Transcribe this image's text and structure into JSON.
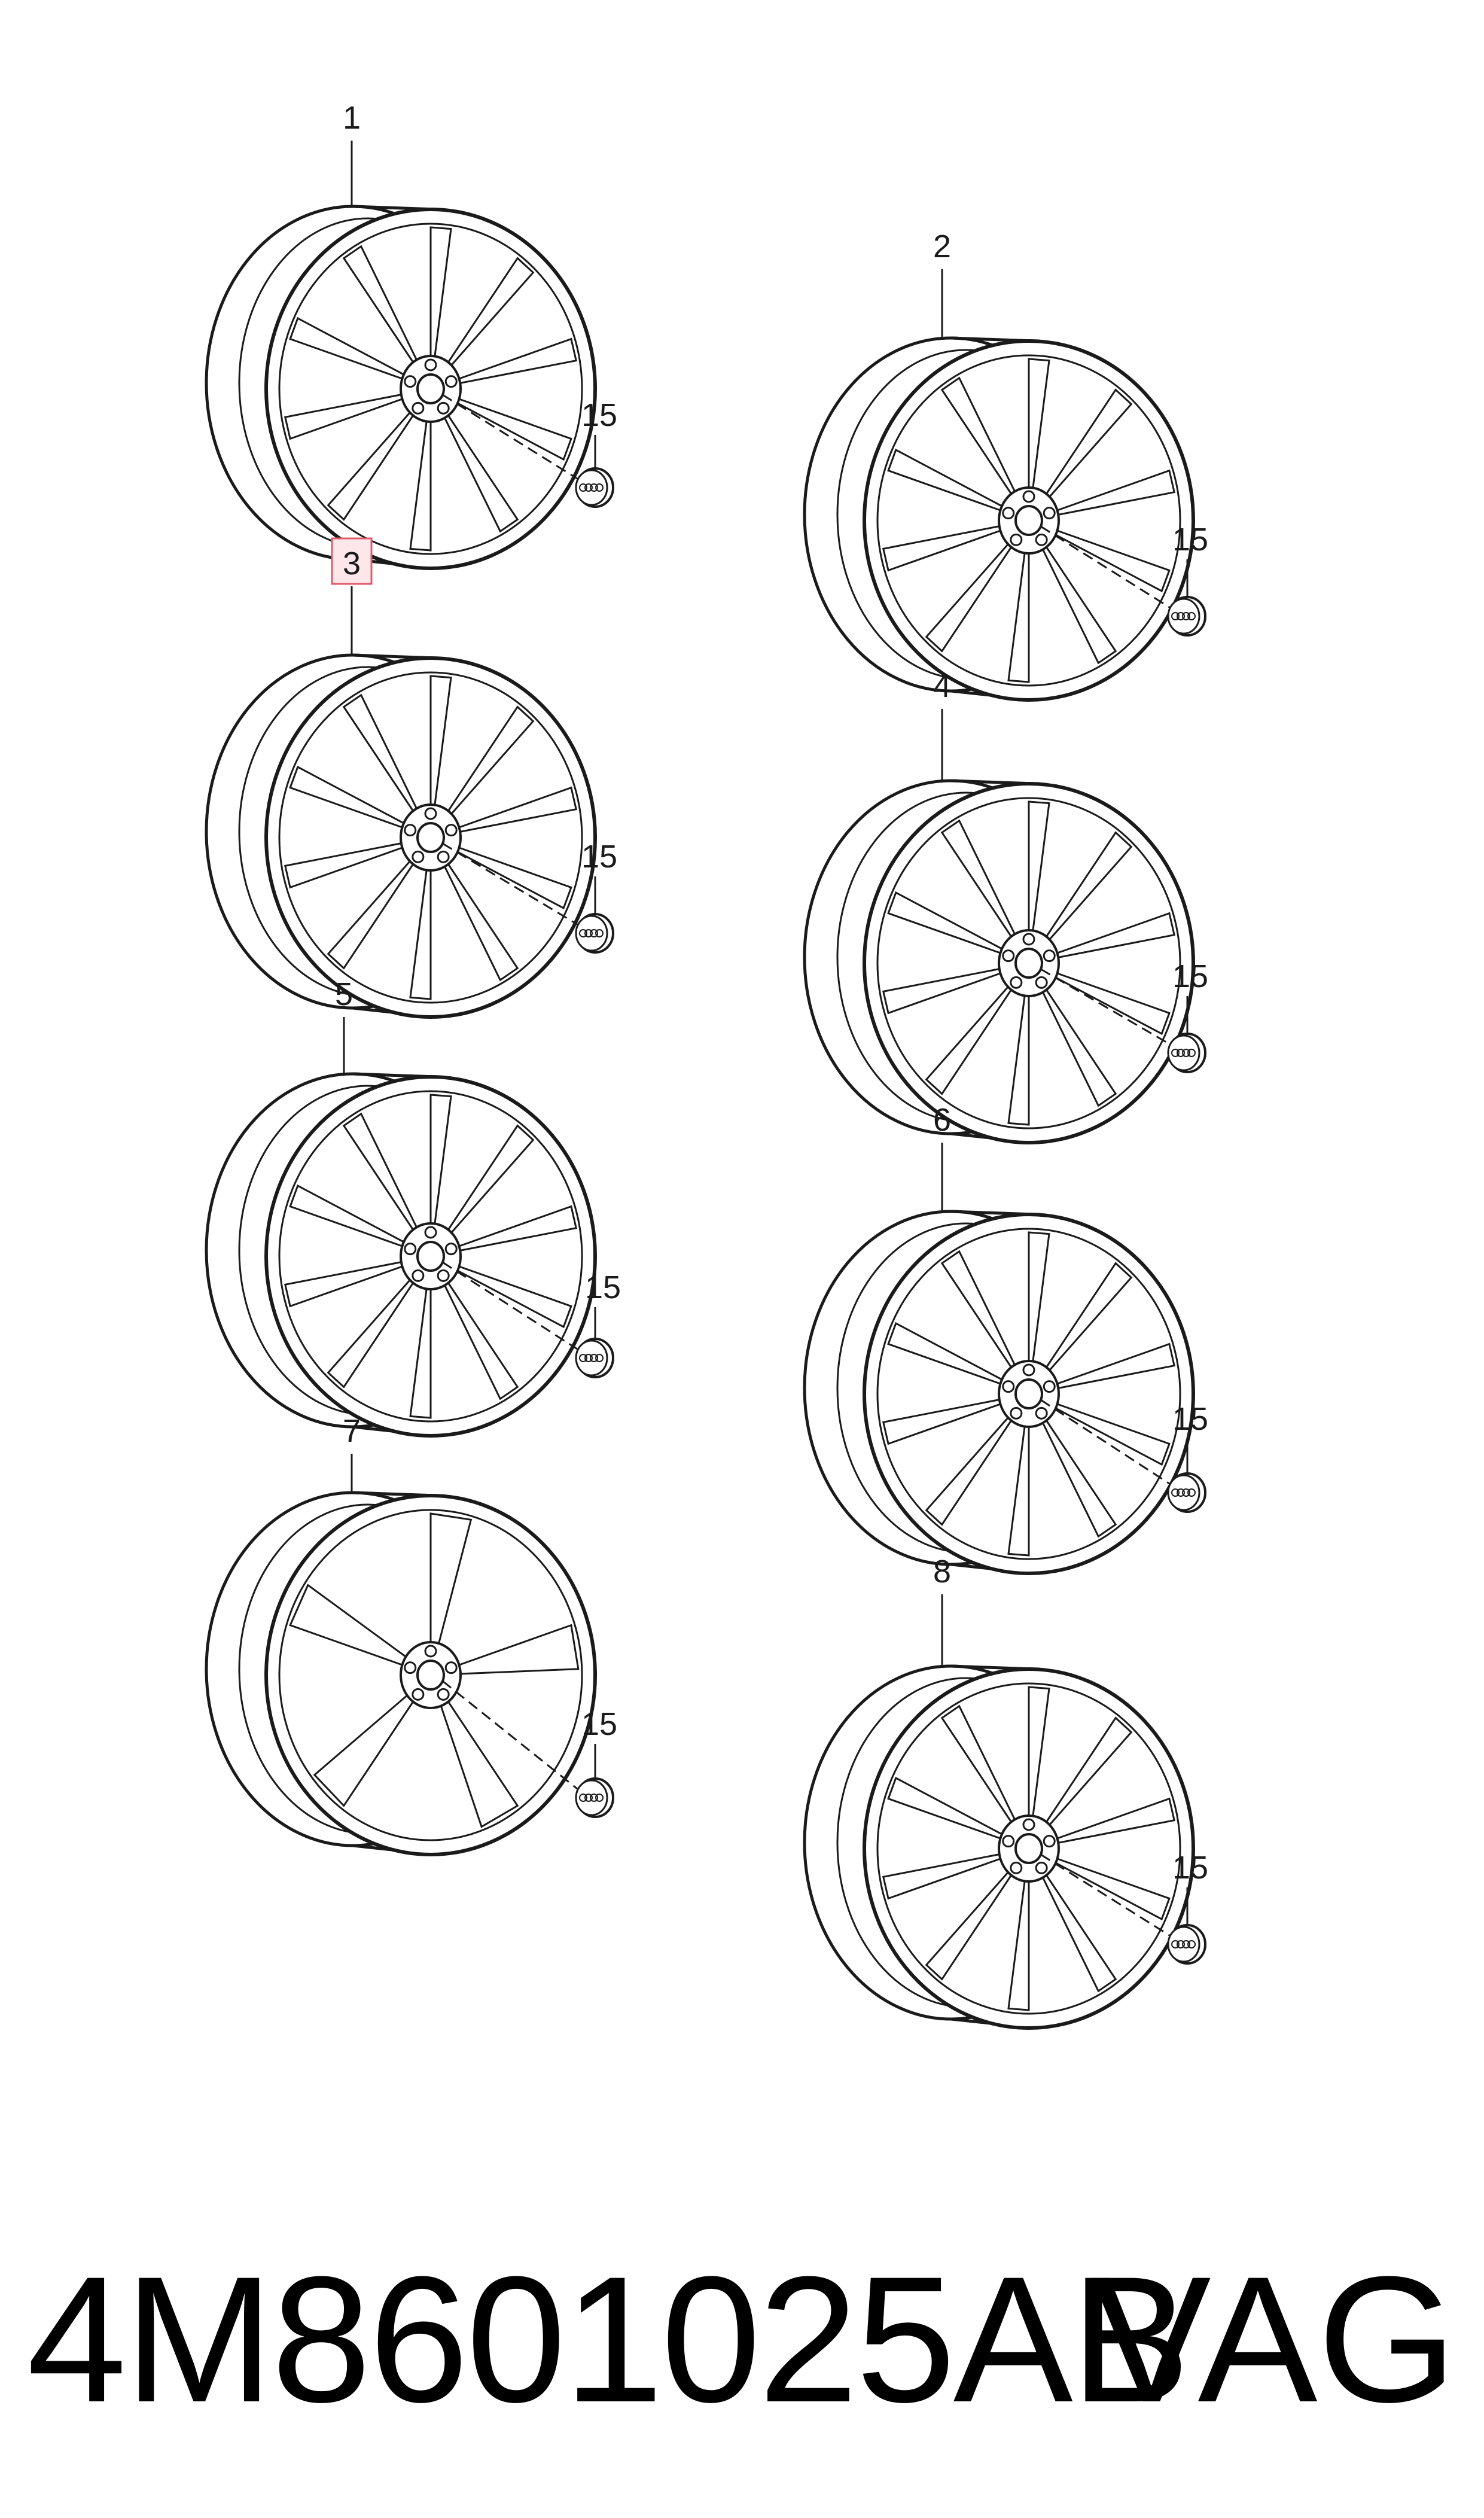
{
  "wheels": [
    {
      "callout": "1",
      "cap_callout": "15",
      "highlighted": false,
      "icon": "alloy-wheel-icon"
    },
    {
      "callout": "2",
      "cap_callout": "15",
      "highlighted": false,
      "icon": "alloy-wheel-icon"
    },
    {
      "callout": "3",
      "cap_callout": "15",
      "highlighted": true,
      "icon": "alloy-wheel-icon"
    },
    {
      "callout": "4",
      "cap_callout": "15",
      "highlighted": false,
      "icon": "alloy-wheel-icon"
    },
    {
      "callout": "5",
      "cap_callout": "15",
      "highlighted": false,
      "icon": "alloy-wheel-icon"
    },
    {
      "callout": "6",
      "cap_callout": "15",
      "highlighted": false,
      "icon": "alloy-wheel-icon"
    },
    {
      "callout": "7",
      "cap_callout": "15",
      "highlighted": false,
      "icon": "alloy-wheel-icon"
    },
    {
      "callout": "8",
      "cap_callout": "15",
      "highlighted": false,
      "icon": "alloy-wheel-icon"
    }
  ],
  "hub_cap_icon": "hub-cap-icon",
  "footer": {
    "part_number": "4M8601025AB",
    "brand": "VAG"
  },
  "colors": {
    "line": "#1a1a1a",
    "highlight_fill": "#fde7ea",
    "highlight_stroke": "#e05a6a"
  }
}
